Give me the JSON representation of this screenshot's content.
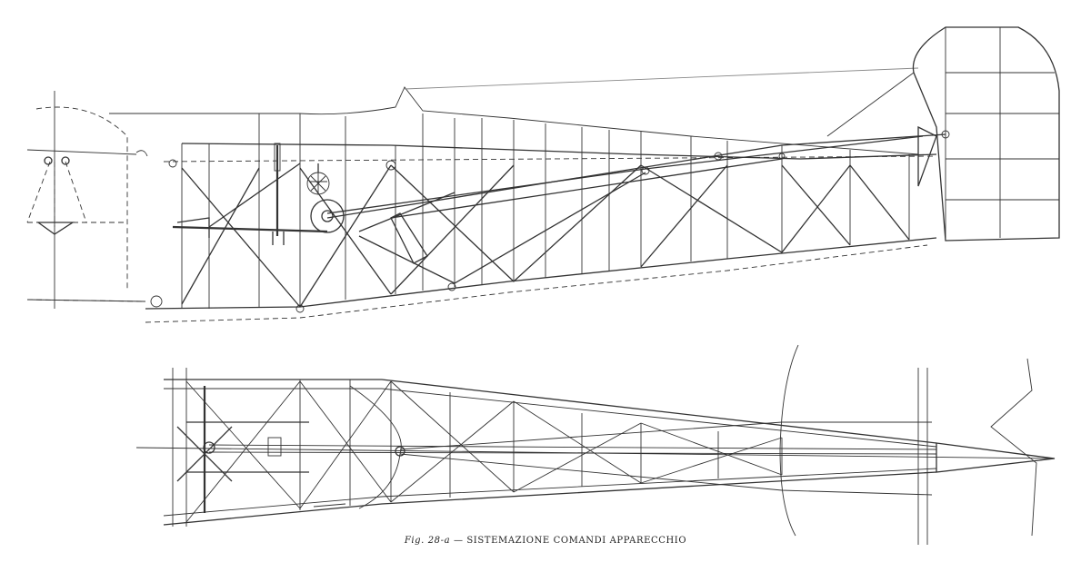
{
  "caption": {
    "figure_number": "Fig. 28-a",
    "separator": "—",
    "title": "SISTEMAZIONE COMANDI APPARECCHIO"
  },
  "views": [
    {
      "name": "side-elevation"
    },
    {
      "name": "plan-view"
    }
  ]
}
